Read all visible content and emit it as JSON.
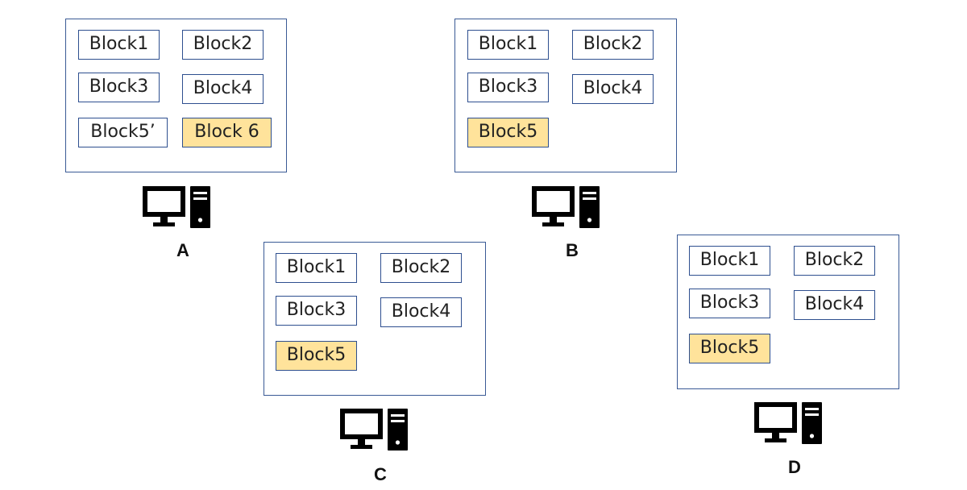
{
  "nodes": [
    {
      "id": "A",
      "label": "A",
      "blocks": [
        {
          "text": "Block1",
          "highlighted": false
        },
        {
          "text": "Block2",
          "highlighted": false
        },
        {
          "text": "Block3",
          "highlighted": false
        },
        {
          "text": "Block4",
          "highlighted": false
        },
        {
          "text": "Block5’",
          "highlighted": false
        },
        {
          "text": "Block 6",
          "highlighted": true
        }
      ]
    },
    {
      "id": "B",
      "label": "B",
      "blocks": [
        {
          "text": "Block1",
          "highlighted": false
        },
        {
          "text": "Block2",
          "highlighted": false
        },
        {
          "text": "Block3",
          "highlighted": false
        },
        {
          "text": "Block4",
          "highlighted": false
        },
        {
          "text": "Block5",
          "highlighted": true
        }
      ]
    },
    {
      "id": "C",
      "label": "C",
      "blocks": [
        {
          "text": "Block1",
          "highlighted": false
        },
        {
          "text": "Block2",
          "highlighted": false
        },
        {
          "text": "Block3",
          "highlighted": false
        },
        {
          "text": "Block4",
          "highlighted": false
        },
        {
          "text": "Block5",
          "highlighted": true
        }
      ]
    },
    {
      "id": "D",
      "label": "D",
      "blocks": [
        {
          "text": "Block1",
          "highlighted": false
        },
        {
          "text": "Block2",
          "highlighted": false
        },
        {
          "text": "Block3",
          "highlighted": false
        },
        {
          "text": "Block4",
          "highlighted": false
        },
        {
          "text": "Block5",
          "highlighted": true
        }
      ]
    }
  ],
  "colors": {
    "block_border": "#2e4f8f",
    "node_border": "#3a5a95",
    "highlight_fill": "#ffe39b",
    "icon": "#000000"
  },
  "icon": "desktop-computer-icon"
}
